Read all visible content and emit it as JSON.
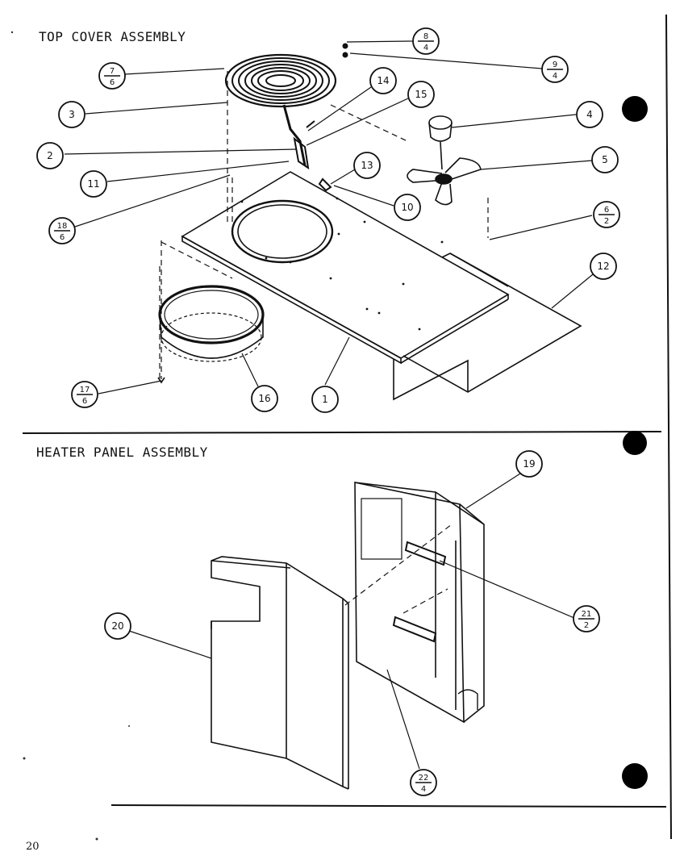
{
  "top_section": {
    "title": "TOP COVER ASSEMBLY",
    "callouts": [
      {
        "id": "c1",
        "num": "1"
      },
      {
        "id": "c2",
        "num": "2"
      },
      {
        "id": "c3",
        "num": "3"
      },
      {
        "id": "c4",
        "num": "4"
      },
      {
        "id": "c5",
        "num": "5"
      },
      {
        "id": "c6",
        "num": "6",
        "sub": "2"
      },
      {
        "id": "c7",
        "num": "7",
        "sub": "6"
      },
      {
        "id": "c8",
        "num": "8",
        "sub": "4"
      },
      {
        "id": "c9",
        "num": "9",
        "sub": "4"
      },
      {
        "id": "c10",
        "num": "10"
      },
      {
        "id": "c11",
        "num": "11"
      },
      {
        "id": "c12",
        "num": "12"
      },
      {
        "id": "c13",
        "num": "13"
      },
      {
        "id": "c14",
        "num": "14"
      },
      {
        "id": "c15",
        "num": "15"
      },
      {
        "id": "c16",
        "num": "16"
      },
      {
        "id": "c17",
        "num": "17",
        "sub": "6"
      },
      {
        "id": "c18",
        "num": "18",
        "sub": "6"
      }
    ]
  },
  "bottom_section": {
    "title": "HEATER PANEL ASSEMBLY",
    "callouts": [
      {
        "id": "c19",
        "num": "19"
      },
      {
        "id": "c20",
        "num": "20"
      },
      {
        "id": "c21",
        "num": "21",
        "sub": "2"
      },
      {
        "id": "c22",
        "num": "22",
        "sub": "4"
      }
    ]
  },
  "page_number": "20"
}
